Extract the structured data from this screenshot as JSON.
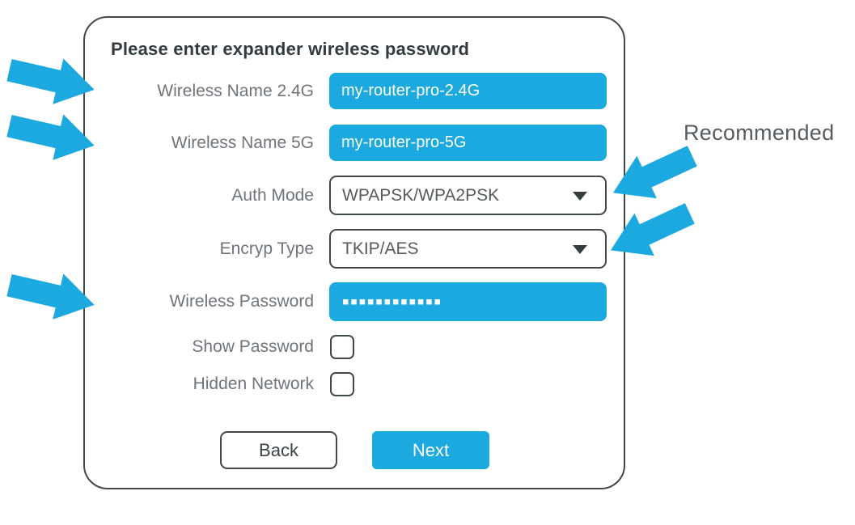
{
  "dialog": {
    "title": "Please enter expander wireless password",
    "wireless_name_24g": {
      "label": "Wireless Name 2.4G",
      "value": "my-router-pro-2.4G"
    },
    "wireless_name_5g": {
      "label": "Wireless Name 5G",
      "value": "my-router-pro-5G"
    },
    "auth_mode": {
      "label": "Auth Mode",
      "value": "WPAPSK/WPA2PSK"
    },
    "encryp_type": {
      "label": "Encryp Type",
      "value": "TKIP/AES"
    },
    "wireless_password": {
      "label": "Wireless Password",
      "masked_value": "▪▪▪▪▪▪▪▪▪▪▪▪"
    },
    "show_password": {
      "label": "Show Password",
      "checked": false
    },
    "hidden_network": {
      "label": "Hidden Network",
      "checked": false
    },
    "buttons": {
      "back_label": "Back",
      "next_label": "Next"
    }
  },
  "annotations": {
    "recommended_label": "Recommended",
    "left_arrow_targets": [
      "Wireless Name 2.4G",
      "Wireless Name 5G",
      "Wireless Password"
    ],
    "right_arrow_targets": [
      "Auth Mode",
      "Encryp Type"
    ]
  },
  "colors": {
    "accent_blue": "#1BA9DF",
    "border_dark": "#40474B",
    "label_gray": "#6E7479",
    "title_dark": "#323B40"
  }
}
